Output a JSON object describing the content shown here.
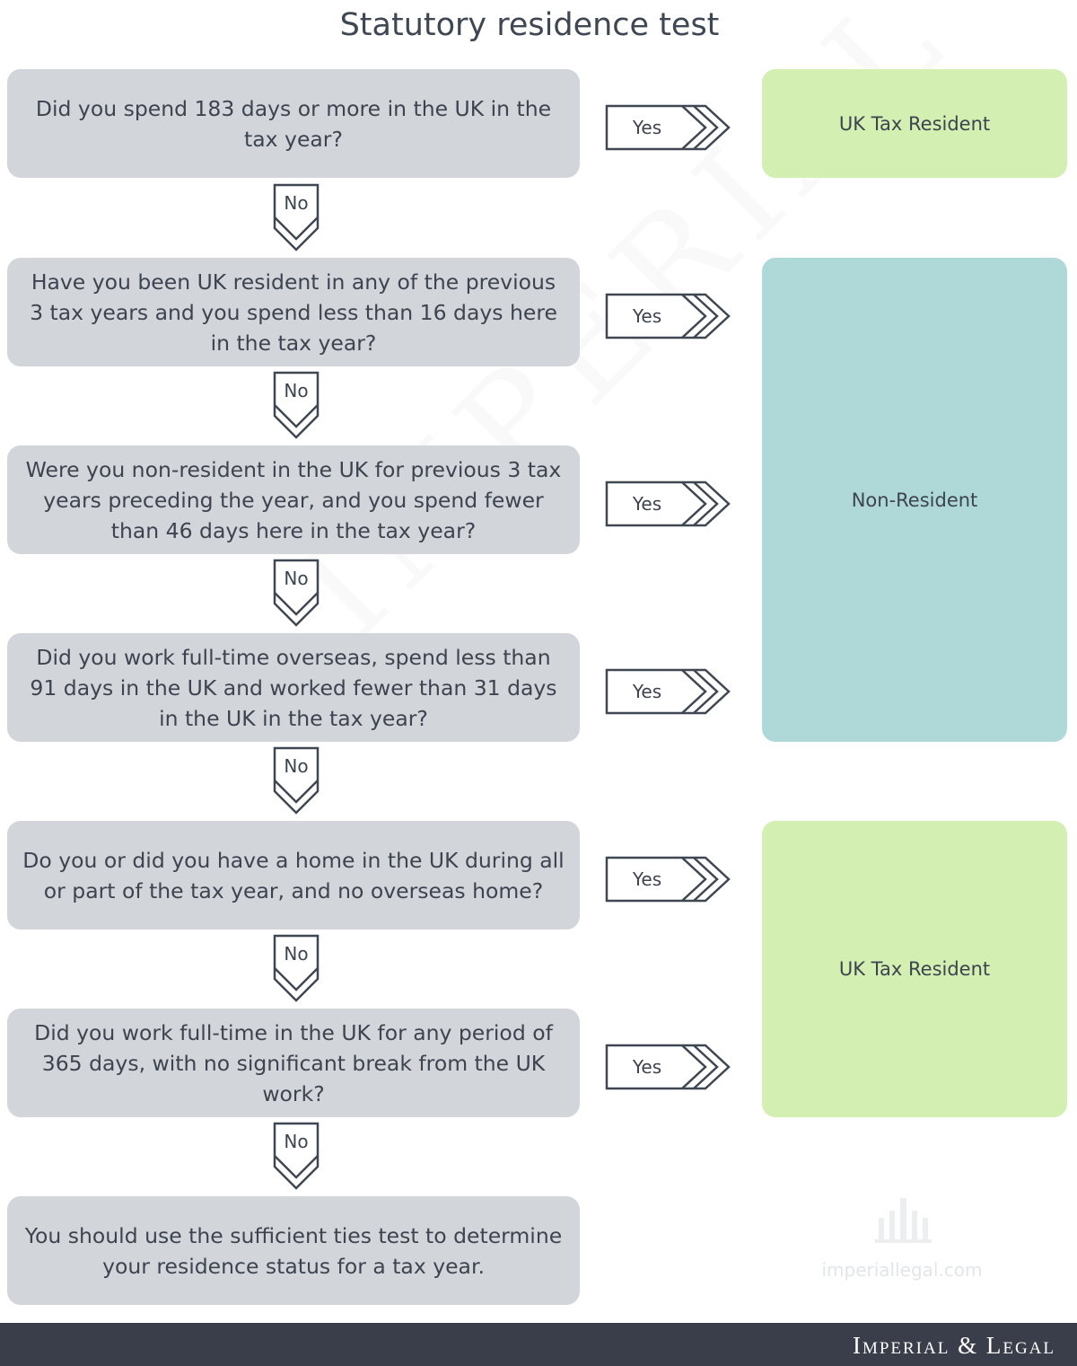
{
  "title": "Statutory residence test",
  "questions": [
    "Did you spend 183 days or more in the UK in the tax year?",
    "Have you been UK resident in any of the previous 3 tax years and you spend less than 16 days here in the tax year?",
    "Were you non-resident in the UK for previous 3 tax years preceding the year, and you spend fewer than 46 days here in the tax year?",
    "Did you work full-time overseas, spend less than 91 days in the UK and worked fewer than 31 days in the UK in the tax year?",
    "Do you or did you have a home in the UK during all or part of the tax year, and no overseas home?",
    "Did you work full-time in the UK for any period of 365 days, with no significant break from the UK work?",
    "You should use the sufficient ties test to determine your residence status for a tax year."
  ],
  "yes_label": "Yes",
  "no_label": "No",
  "results": {
    "uk_resident_top": "UK Tax Resident",
    "non_resident": "Non-Resident",
    "uk_resident_bottom": "UK Tax Resident"
  },
  "colors": {
    "question_box": "#d2d5da",
    "uk_resident": "#d3efb1",
    "non_resident": "#aed9d8",
    "footer": "#3a3e4b"
  },
  "watermark": "IMPERIAL & LEGAL",
  "website": "imperiallegal.com",
  "footer_logo": "Imperial & Legal"
}
